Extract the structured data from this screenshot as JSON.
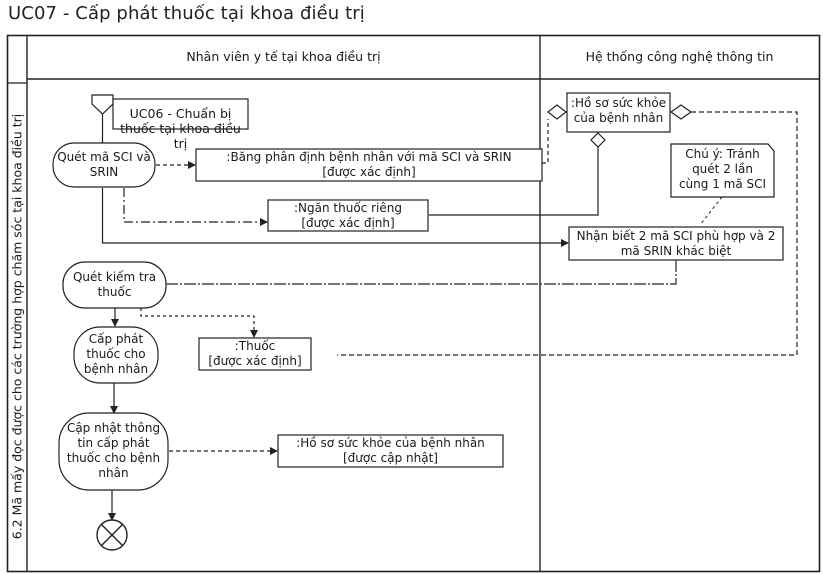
{
  "title": "UC07 - Cấp phát thuốc tại khoa điều trị",
  "partition": {
    "label": "6.2 Mã mấy đọc được cho các trường hợp chăm sóc tại khoa điều trị"
  },
  "lanes": [
    {
      "label": "Nhân viên y tế tại khoa điều trị"
    },
    {
      "label": "Hệ thống công nghệ thông tin"
    }
  ],
  "call_behavior": {
    "label": "UC06 - Chuẩn bị thuốc tại khoa điều trị"
  },
  "actions": {
    "scan_sci_srin": {
      "line1": "Quét mã SCI và",
      "line2": "SRIN"
    },
    "scan_check_drug": {
      "line1": "Quét kiếm tra",
      "line2": "thuốc"
    },
    "dispense_drug": {
      "line1": "Cấp phát",
      "line2": "thuốc cho",
      "line3": "bệnh nhân"
    },
    "update_info": {
      "line1": "Cập nhật thông",
      "line2": "tin cấp phát",
      "line3": "thuốc cho bệnh",
      "line4": "nhân"
    },
    "recognize": {
      "line1": "Nhận biết 2 mã SCI phù hợp và 2",
      "line2": "mã SRIN khác biệt"
    }
  },
  "objects": {
    "wristband": {
      "name": ":Băng phân định bệnh nhân với mã SCI và SRIN",
      "state": "[được xác định]"
    },
    "drawer": {
      "name": ":Ngăn thuốc riêng",
      "state": "[được xác định]"
    },
    "health_record": {
      "line1": ":Hồ sơ sức khỏe",
      "line2": "của bệnh nhân"
    },
    "drug": {
      "name": ":Thuốc",
      "state": "[được xác định]"
    },
    "health_record_updated": {
      "name": ":Hồ sơ sức khỏe của bệnh nhân",
      "state": "[được cập nhật]"
    }
  },
  "note": {
    "line1": "Chú ý: Tránh",
    "line2": "quét 2 lần",
    "line3": "cùng 1 mã SCI"
  },
  "colors": {
    "line": "#2a2a2a",
    "background": "#ffffff",
    "text": "#1a1a1a"
  }
}
